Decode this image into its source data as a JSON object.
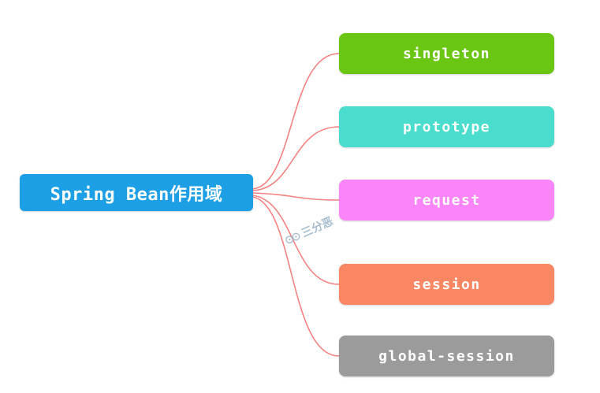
{
  "diagram": {
    "root": {
      "label": "Spring Bean作用域",
      "color": "#1C9FE5",
      "text_color": "#FFFFFF"
    },
    "children": [
      {
        "label": "singleton",
        "color": "#6AC613"
      },
      {
        "label": "prototype",
        "color": "#4ADCCD"
      },
      {
        "label": "request",
        "color": "#FA85F8"
      },
      {
        "label": "session",
        "color": "#FA8763"
      },
      {
        "label": "global-session",
        "color": "#9B9B9B"
      }
    ],
    "connector_color": "#F58282",
    "watermark": {
      "icon": "glasses-face-icon",
      "text": "三分恶",
      "color": "#9FB6C9"
    }
  }
}
